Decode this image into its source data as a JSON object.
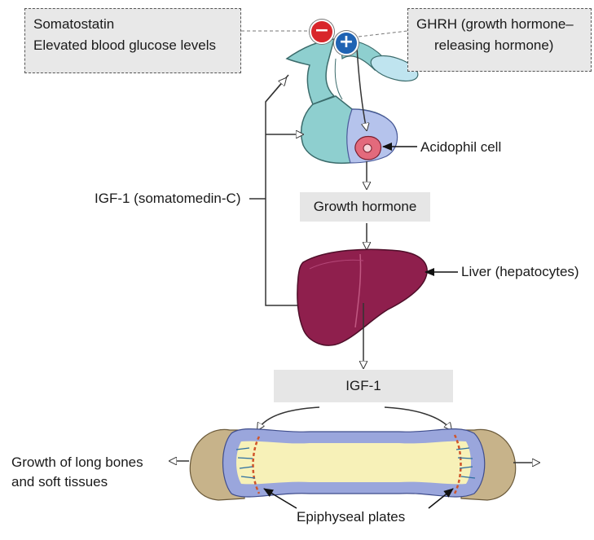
{
  "inhibitors_box": {
    "line1": "Somatostatin",
    "line2": "Elevated blood glucose levels"
  },
  "stimulators_box": {
    "line1": "GHRH (growth hormone–",
    "line2": "releasing hormone)"
  },
  "signs": {
    "minus": "−",
    "plus": "+",
    "minus_color": "#d8262b",
    "plus_color": "#1f63b3"
  },
  "labels": {
    "acidophil_cell": "Acidophil cell",
    "igf1_feedback": "IGF-1 (somatomedin-C)",
    "growth_hormone": "Growth hormone",
    "liver": "Liver (hepatocytes)",
    "igf1": "IGF-1",
    "growth_effect_line1": "Growth of long bones",
    "growth_effect_line2": "and soft tissues",
    "epiphyseal_plates": "Epiphyseal plates"
  },
  "colors": {
    "pituitary": "#8ecfcf",
    "pituitary_anterior": "#b5c3ec",
    "liver": "#8f1f4d",
    "bone_shaft": "#f7f1b8",
    "bone_cortex": "#9aa6dc",
    "bone_ends": "#c7b38a",
    "box_fill": "#e8e8e8"
  }
}
